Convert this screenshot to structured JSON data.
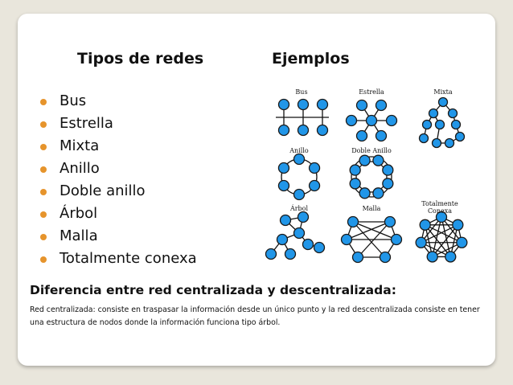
{
  "slide": {
    "left_title": "Tipos de redes",
    "right_title": "Ejemplos",
    "bullets": [
      "Bus",
      "Estrella",
      "Mixta",
      "Anillo",
      "Doble anillo",
      "Árbol",
      "Malla",
      "Totalmente conexa"
    ],
    "bullet_color": "#e6942c",
    "figure": {
      "labels": [
        "Bus",
        "Estrella",
        "Mixta",
        "Anillo",
        "Doble Anillo",
        "Árbol",
        "Malla",
        "Totalmente",
        "Conexa"
      ],
      "node_color": "#2196e8"
    },
    "heading": "Diferencia entre red centralizada y descentralizada:",
    "paragraph": "Red centralizada: consiste en traspasar la información desde un único punto y la red descentralizada consiste en tener una estructura de nodos donde la información funciona tipo árbol."
  }
}
